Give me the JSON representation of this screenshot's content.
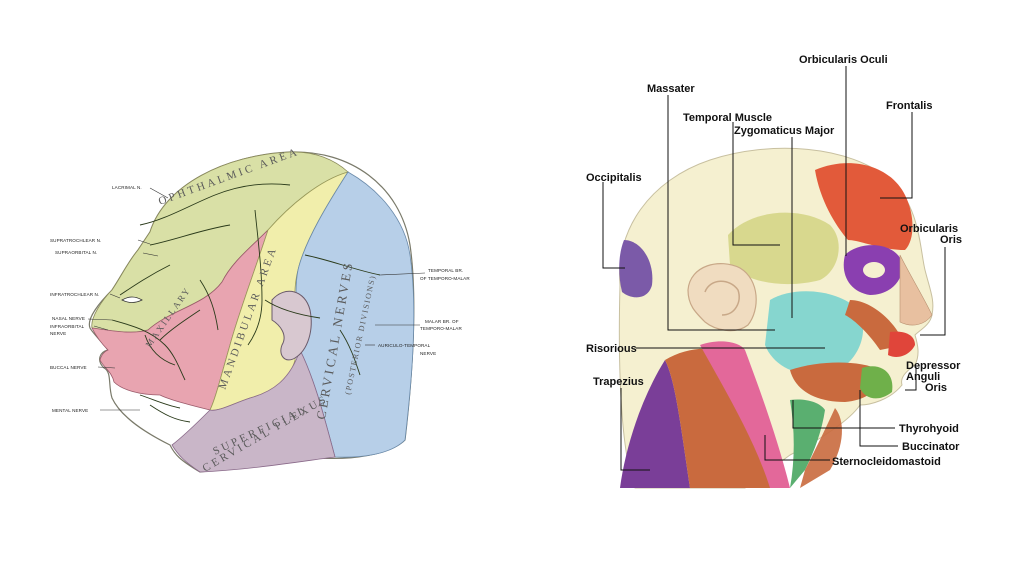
{
  "left_panel": {
    "nerve_labels": [
      "LACRIMAL N.",
      "SUPRATROCHLEAR N.",
      "SUPRAORBITAL N.",
      "INFRATROCHLEAR N.",
      "NASAL NERVE",
      "INFRAORBITAL",
      "NERVE",
      "BUCCAL NERVE",
      "MENTAL NERVE",
      "TEMPORAL BR.",
      "OF TEMPORO-MALAR",
      "MALAR BR. OF",
      "TEMPORO-MALAR",
      "AURICULO-TEMPORAL",
      "NERVE"
    ],
    "zone_labels": {
      "ophthalmic": "OPHTHALMIC AREA",
      "maxillary": "MAXILLARY",
      "mandibular": "MANDIBULAR AREA",
      "cervical": "CERVICAL NERVES",
      "cervical_sub": "(POSTERIOR DIVISIONS)",
      "superficial": "SUPERFICIAL",
      "plexus": "CERVICAL PLEXUS"
    },
    "colors": {
      "ophthalmic": "#d9e0a6",
      "maxillary": "#e8a4b0",
      "mandibular": "#f1eeab",
      "cervical": "#b7cfe8",
      "plexus": "#c9b6c8",
      "nerve": "#2a3a1a"
    }
  },
  "right_panel": {
    "labels": {
      "orbicularis_oculi": "Orbicularis Oculi",
      "massater": "Massater",
      "frontalis": "Frontalis",
      "temporal_muscle": "Temporal Muscle",
      "zygomaticus_major": "Zygomaticus Major",
      "occipitalis": "Occipitalis",
      "orbicularis_oris_1": "Orbicularis",
      "orbicularis_oris_2": "Oris",
      "risorious": "Risorious",
      "depressor_1": "Depressor",
      "depressor_2": "Anguli",
      "depressor_3": "Oris",
      "trapezius": "Trapezius",
      "thyrohyoid": "Thyrohyoid",
      "buccinator": "Buccinator",
      "sternocleidomastoid": "Sternocleidomastoid"
    },
    "colors": {
      "skin": "#f5f0d0",
      "frontalis": "#e25a3a",
      "orbicularis_oculi": "#8a3fb0",
      "temporal": "#d6d68a",
      "occipitalis": "#7b5aa8",
      "massater": "#86d6cf",
      "sternocleidomastoid": "#e3689a",
      "trapezius": "#7a3e98",
      "neck": "#c96a3e",
      "lips": "#e0453a",
      "depressor": "#6fb04a"
    }
  }
}
